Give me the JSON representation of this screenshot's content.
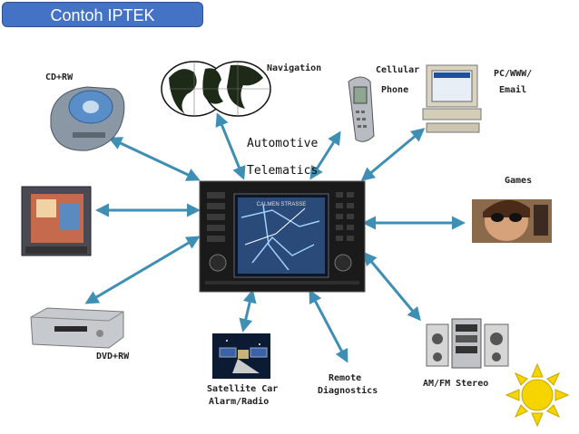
{
  "header": {
    "title": "Contoh IPTEK"
  },
  "center": {
    "line1": "Automotive",
    "line2": "Telematics",
    "screen_label": "CALMEN STRASSE"
  },
  "nodes": {
    "cd_rw": "CD+RW",
    "navigation": "Navigation",
    "cellular_line1": "Cellular",
    "cellular_line2": "Phone",
    "pc_line1": "PC/WWW/",
    "pc_line2": "Email",
    "games": "Games",
    "dvd_rw": "DVD+RW",
    "satellite_line1": "Satellite Car",
    "satellite_line2": "Alarm/Radio",
    "remote_line1": "Remote",
    "remote_line2": "Diagnostics",
    "stereo": "AM/FM Stereo"
  },
  "colors": {
    "title_bg": "#4472c4",
    "arrow": "#3f8fb5",
    "sun": "#f5d400"
  },
  "icons": [
    "cd-player-icon",
    "globe-icon",
    "mobile-phone-icon",
    "computer-icon",
    "tv-icon",
    "game-icon",
    "dvd-player-icon",
    "satellite-icon",
    "stereo-icon",
    "sun-icon"
  ]
}
